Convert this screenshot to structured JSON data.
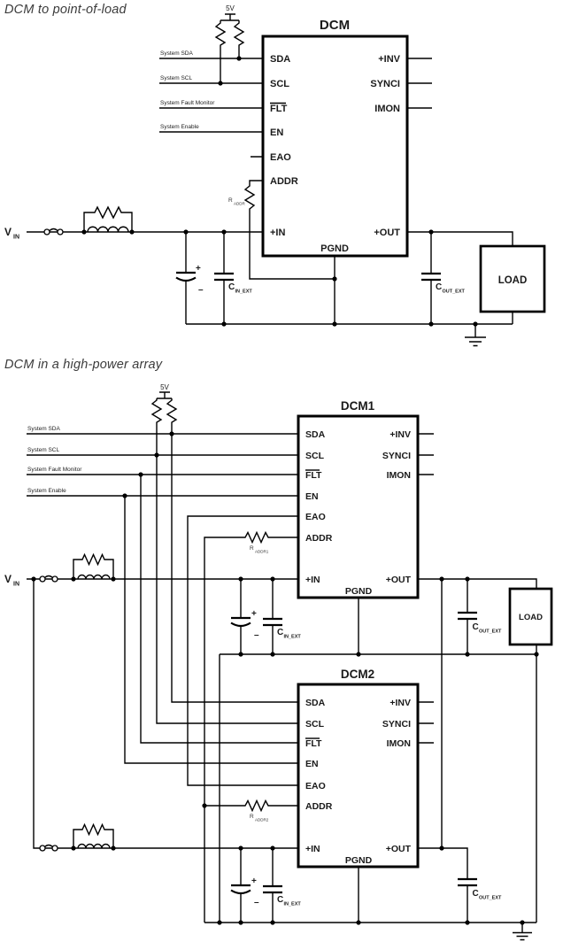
{
  "section1": {
    "title": "DCM to point-of-load",
    "supply_label": "5V",
    "vin": {
      "sym": "V",
      "sub": "IN"
    },
    "signals": [
      "System SDA",
      "System SCL",
      "System Fault Monitor",
      "System Enable"
    ],
    "dcm": {
      "title": "DCM",
      "pins_left": [
        "SDA",
        "SCL",
        "FLT",
        "EN",
        "EAO",
        "ADDR",
        "+IN"
      ],
      "pins_right": [
        "+INV",
        "SYNCI",
        "IMON",
        "+OUT"
      ],
      "pin_bottom": "PGND"
    },
    "r_addr": {
      "sym": "R",
      "sub": "ADDR"
    },
    "c_in": {
      "sym": "C",
      "sub": "IN_EXT"
    },
    "c_out": {
      "sym": "C",
      "sub": "OUT_EXT"
    },
    "polarity": {
      "plus": "+",
      "minus": "–"
    },
    "load_label": "LOAD"
  },
  "section2": {
    "title": "DCM in a high-power array",
    "supply_label": "5V",
    "vin": {
      "sym": "V",
      "sub": "IN"
    },
    "signals": [
      "System SDA",
      "System SCL",
      "System Fault Monitor",
      "System Enable"
    ],
    "dcm1": {
      "title": "DCM1",
      "pins_left": [
        "SDA",
        "SCL",
        "FLT",
        "EN",
        "EAO",
        "ADDR",
        "+IN"
      ],
      "pins_right": [
        "+INV",
        "SYNCI",
        "IMON",
        "+OUT"
      ],
      "pin_bottom": "PGND"
    },
    "dcm2": {
      "title": "DCM2",
      "pins_left": [
        "SDA",
        "SCL",
        "FLT",
        "EN",
        "EAO",
        "ADDR",
        "+IN"
      ],
      "pins_right": [
        "+INV",
        "SYNCI",
        "IMON",
        "+OUT"
      ],
      "pin_bottom": "PGND"
    },
    "r_addr1": {
      "sym": "R",
      "sub": "ADDR1"
    },
    "r_addr2": {
      "sym": "R",
      "sub": "ADDR2"
    },
    "c_in": {
      "sym": "C",
      "sub": "IN_EXT"
    },
    "c_out": {
      "sym": "C",
      "sub": "OUT_EXT"
    },
    "polarity": {
      "plus": "+",
      "minus": "–"
    },
    "load_label": "LOAD"
  },
  "colors": {
    "wire": "#000000",
    "text": "#1a1a1a",
    "title": "#3c3c3c"
  }
}
